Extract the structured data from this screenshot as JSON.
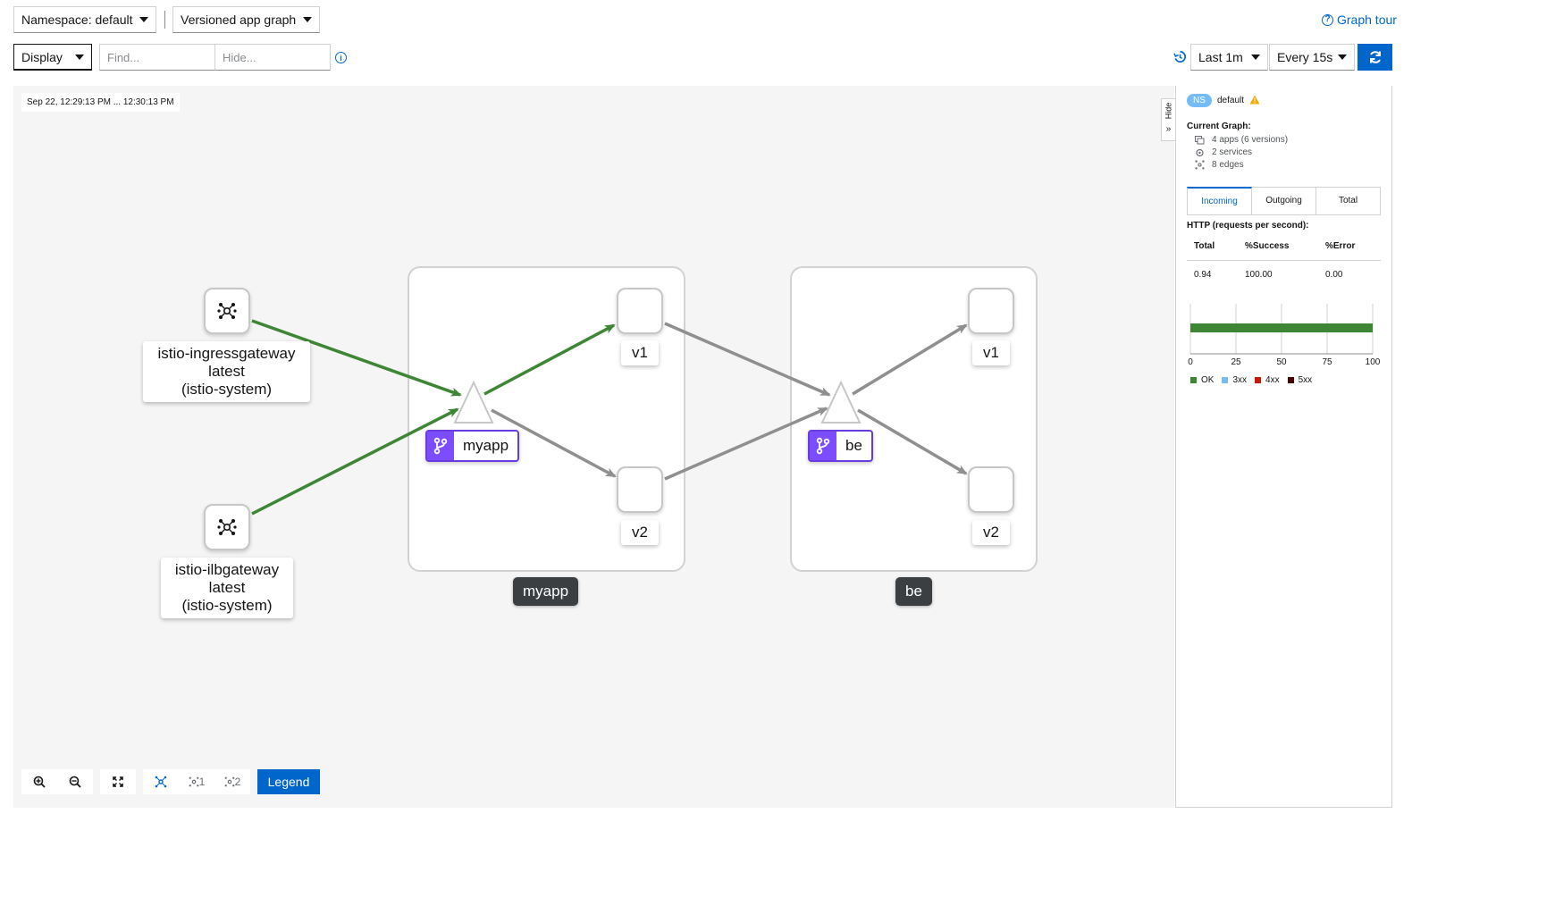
{
  "header": {
    "namespace_dropdown": "Namespace: default",
    "graph_type_dropdown": "Versioned app graph",
    "graph_tour": "Graph tour"
  },
  "controls": {
    "display_dropdown": "Display",
    "find_placeholder": "Find...",
    "hide_placeholder": "Hide...",
    "duration": "Last 1m",
    "refresh_interval": "Every 15s"
  },
  "graph": {
    "timestamp": "Sep 22, 12:29:13 PM ... 12:30:13 PM",
    "nodes": {
      "ingress": {
        "line1": "istio-ingressgateway",
        "line2": "latest",
        "line3": "(istio-system)"
      },
      "ilb": {
        "line1": "istio-ilbgateway",
        "line2": "latest",
        "line3": "(istio-system)"
      },
      "myapp_v1": "v1",
      "myapp_v2": "v2",
      "be_v1": "v1",
      "be_v2": "v2",
      "myapp_service": "myapp",
      "be_service": "be"
    },
    "boxes": {
      "myapp": "myapp",
      "be": "be"
    }
  },
  "toolbar": {
    "layout1": "1",
    "layout2": "2",
    "legend": "Legend"
  },
  "side_panel": {
    "hide": "Hide",
    "ns_badge": "NS",
    "namespace": "default",
    "current_graph_title": "Current Graph:",
    "apps": "4 apps (6 versions)",
    "services": "2 services",
    "edges": "8 edges",
    "tabs": [
      "Incoming",
      "Outgoing",
      "Total"
    ],
    "http_title": "HTTP (requests per second):",
    "table_headers": [
      "Total",
      "%Success",
      "%Error"
    ],
    "table_values": [
      "0.94",
      "100.00",
      "0.00"
    ],
    "chart_ticks": [
      "0",
      "25",
      "50",
      "75",
      "100"
    ],
    "legend": [
      {
        "label": "OK",
        "color": "#3e8635"
      },
      {
        "label": "3xx",
        "color": "#73bcf7"
      },
      {
        "label": "4xx",
        "color": "#c9190b"
      },
      {
        "label": "5xx",
        "color": "#470000"
      }
    ],
    "ok_percent": 100
  },
  "colors": {
    "accent": "#0066cc",
    "success_edge": "#3e8635",
    "idle_edge": "#8f8f8f",
    "app_badge": "#7c4dff"
  }
}
